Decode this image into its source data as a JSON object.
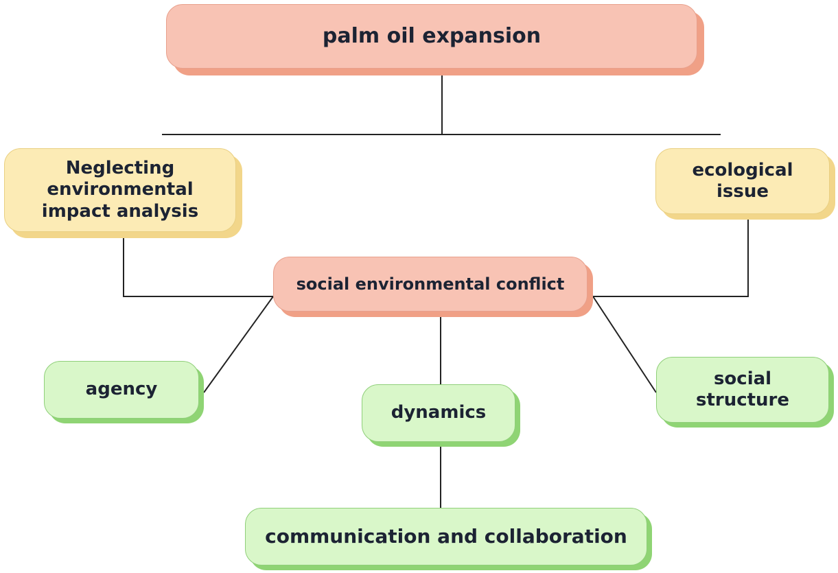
{
  "diagram": {
    "nodes": {
      "root": {
        "label": "palm oil expansion",
        "color": "#f8c3b4"
      },
      "neglecting": {
        "label": "Neglecting environmental impact analysis",
        "color": "#fcebb5"
      },
      "ecological": {
        "label": "ecological issue",
        "color": "#fcebb5"
      },
      "conflict": {
        "label": "social environmental conflict",
        "color": "#f8c3b4"
      },
      "agency": {
        "label": "agency",
        "color": "#d9f7c9"
      },
      "dynamics": {
        "label": "dynamics",
        "color": "#d9f7c9"
      },
      "social_structure": {
        "label": "social structure",
        "color": "#d9f7c9"
      },
      "communication": {
        "label": "communication and collaboration",
        "color": "#d9f7c9"
      }
    },
    "edges": [
      {
        "from": "root",
        "to": "neglecting"
      },
      {
        "from": "root",
        "to": "ecological"
      },
      {
        "from": "neglecting",
        "to": "conflict"
      },
      {
        "from": "ecological",
        "to": "conflict"
      },
      {
        "from": "conflict",
        "to": "agency"
      },
      {
        "from": "conflict",
        "to": "dynamics"
      },
      {
        "from": "conflict",
        "to": "social_structure"
      },
      {
        "from": "dynamics",
        "to": "communication"
      }
    ]
  }
}
